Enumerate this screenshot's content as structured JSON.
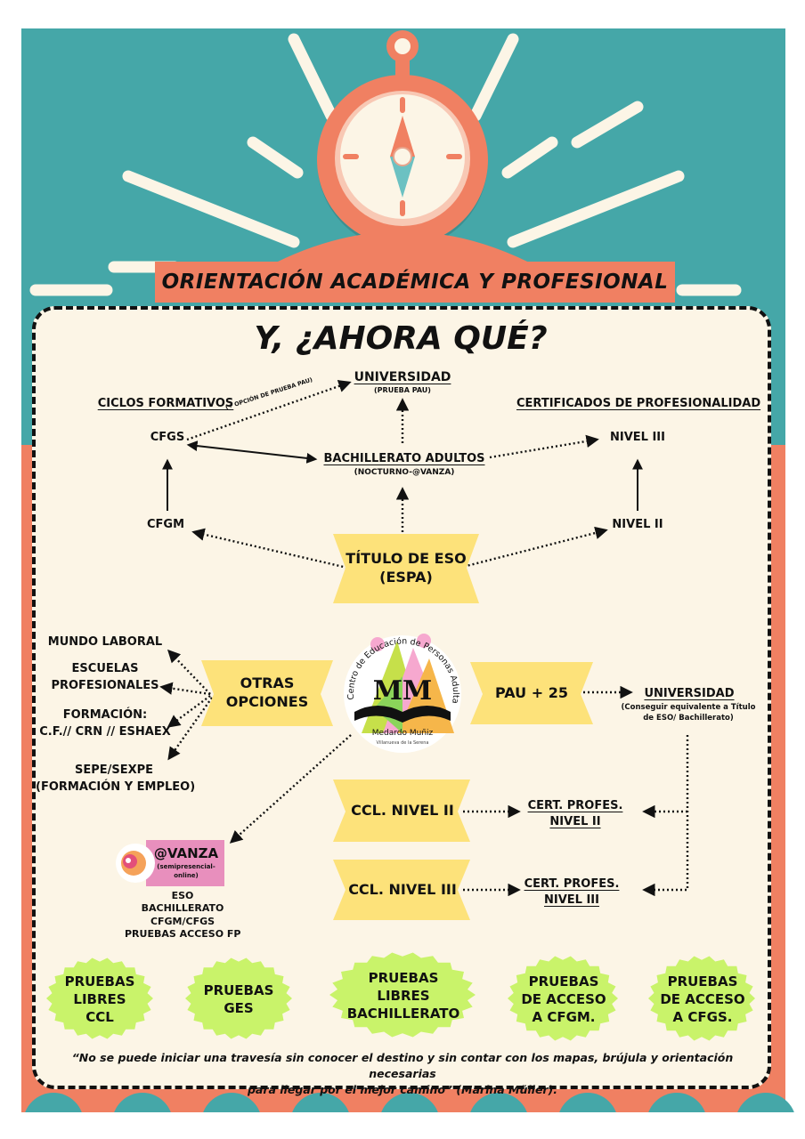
{
  "header": {
    "title": "ORIENTACIÓN ACADÉMICA Y PROFESIONAL",
    "headline": "Y, ¿AHORA QUÉ?"
  },
  "top_flow": {
    "universidad": "UNIVERSIDAD",
    "prueba_pau": "(PRUEBA PAU)",
    "opcion_pau": "(+ OPCIÓN DE PRUEBA PAU)",
    "ciclos_formativos": "CICLOS FORMATIVOS",
    "certificados": "CERTIFICADOS DE PROFESIONALIDAD",
    "cfgs": "CFGS",
    "cfgm": "CFGM",
    "bachillerato": "BACHILLERATO ADULTOS",
    "bachillerato_sub": "(NOCTURNO-@VANZA)",
    "nivel3": "NIVEL III",
    "nivel2": "NIVEL II",
    "titulo_eso_1": "TÍTULO DE ESO",
    "titulo_eso_2": "(ESPA)"
  },
  "otras": {
    "label_1": "OTRAS",
    "label_2": "OPCIONES",
    "mundo_laboral": "MUNDO LABORAL",
    "escuelas_1": "ESCUELAS",
    "escuelas_2": "PROFESIONALES",
    "formacion_1": "FORMACIÓN:",
    "formacion_2": "C.F.// CRN // ESHAEX",
    "sepe_1": "SEPE/SEXPE",
    "sepe_2": "(FORMACIÓN Y EMPLEO)"
  },
  "logo": {
    "ring_text": "Centro de Educación de Personas Adultas",
    "mark": "MM",
    "name": "Medardo Muñiz",
    "town": "Villanueva de la Serena"
  },
  "pau25": {
    "label": "PAU + 25",
    "universidad": "UNIVERSIDAD",
    "note_1": "(Conseguir equivalente a Título",
    "note_2": "de ESO/ Bachillerato)"
  },
  "ccl": {
    "nivel2": "CCL. NIVEL II",
    "nivel3": "CCL. NIVEL III",
    "cert2_1": "CERT. PROFES.",
    "cert2_2": "NIVEL II",
    "cert3_1": "CERT. PROFES.",
    "cert3_2": "NIVEL III"
  },
  "vanza": {
    "title": "@VANZA",
    "sub_1": "(semipresencial-",
    "sub_2": "online)",
    "items": [
      "ESO",
      "BACHILLERATO",
      "CFGM/CFGS",
      "PRUEBAS ACCESO FP"
    ]
  },
  "pruebas": [
    {
      "lines": [
        "PRUEBAS",
        "LIBRES",
        "CCL"
      ]
    },
    {
      "lines": [
        "PRUEBAS",
        "GES"
      ]
    },
    {
      "lines": [
        "PRUEBAS",
        "LIBRES",
        "BACHILLERATO"
      ]
    },
    {
      "lines": [
        "PRUEBAS",
        "DE ACCESO",
        "A CFGM."
      ]
    },
    {
      "lines": [
        "PRUEBAS",
        "DE ACCESO",
        "A CFGS."
      ]
    }
  ],
  "quote": {
    "line_1": "“No se puede iniciar una travesía sin conocer el destino y sin contar con los mapas, brújula y orientación necesarias",
    "line_2": "para llegar por el mejor camino” (Marina Müller)."
  },
  "colors": {
    "teal": "#45a7a8",
    "coral": "#f08062",
    "cream": "#fcf5e6",
    "yellow": "#fde27a",
    "green": "#c9f36a",
    "pink": "#e88fbd"
  }
}
